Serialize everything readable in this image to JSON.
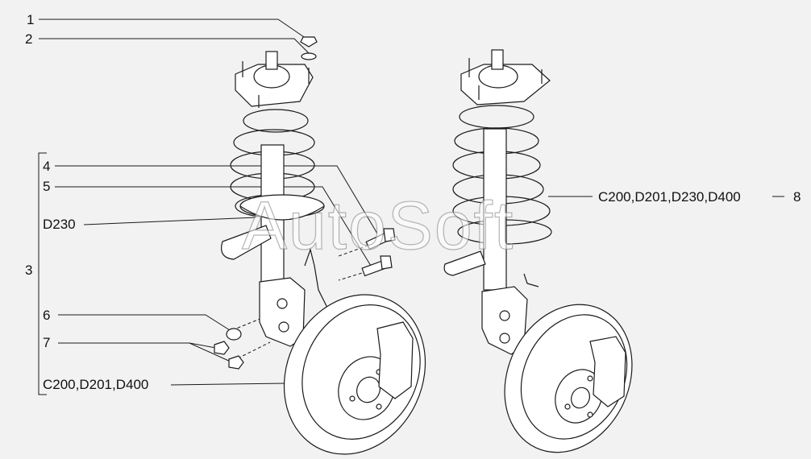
{
  "labels": {
    "l1": "1",
    "l2": "2",
    "l3": "3",
    "l4": "4",
    "l5": "5",
    "l6": "6",
    "l7": "7",
    "l8": "8",
    "d230": "D230",
    "c200_left": "C200,D201,D400",
    "c200_right": "C200,D201,D230,D400"
  },
  "watermark": "AutoSoft",
  "colors": {
    "line": "#1a1a1a",
    "paper": "#f2f2f2",
    "part_fill": "#ffffff"
  }
}
